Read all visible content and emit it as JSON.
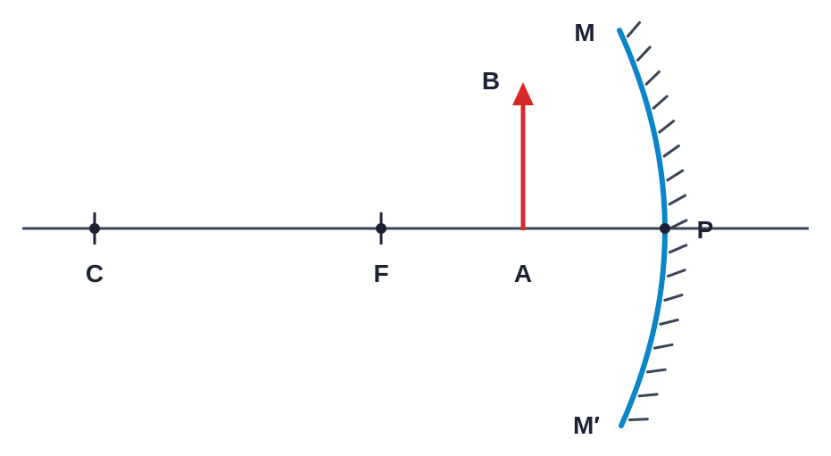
{
  "labels": {
    "C": "C",
    "F": "F",
    "A": "A",
    "B": "B",
    "P": "P",
    "M": "M",
    "M_prime": "M′"
  },
  "colors": {
    "axis": "#3a4455",
    "point": "#1b2233",
    "mirror": "#0a85c9",
    "object": "#d62828",
    "hatch": "#3a4455",
    "text": "#1b2233"
  }
}
